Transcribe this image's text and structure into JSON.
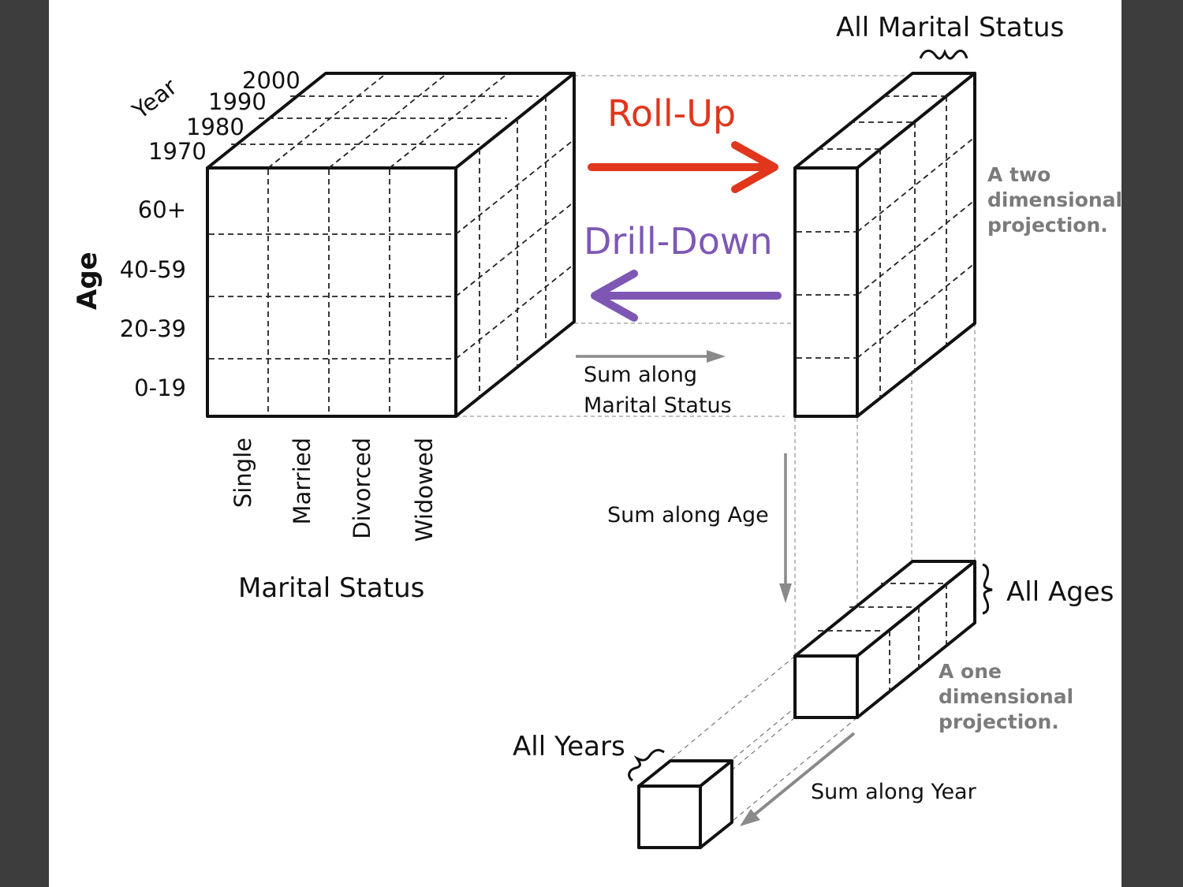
{
  "labels": {
    "year_axis": "Year",
    "years": [
      "2000",
      "1990",
      "1980",
      "1970"
    ],
    "age_axis": "Age",
    "ages": [
      "60+",
      "40-59",
      "20-39",
      "0-19"
    ],
    "marital_values": [
      "Single",
      "Married",
      "Divorced",
      "Widowed"
    ],
    "marital_axis": "Marital Status",
    "roll_up": "Roll-Up",
    "drill_down": "Drill-Down",
    "sum_marital_line1": "Sum along",
    "sum_marital_line2": "Marital Status",
    "all_marital": "All Marital Status",
    "two_dim_note": [
      "A two",
      "dimensional",
      "projection."
    ],
    "sum_age": "Sum along Age",
    "all_ages": "All Ages",
    "one_dim_note": [
      "A one",
      "dimensional",
      "projection."
    ],
    "all_years": "All Years",
    "sum_year": "Sum along Year"
  },
  "colors": {
    "slide_bg": "#ffffff",
    "frame_bg": "#3d3d3d",
    "roll_up": "#e0361c",
    "drill_down": "#7e57b5",
    "sum_arrow": "#8a8a8a",
    "note_text": "#7b7b7b"
  }
}
